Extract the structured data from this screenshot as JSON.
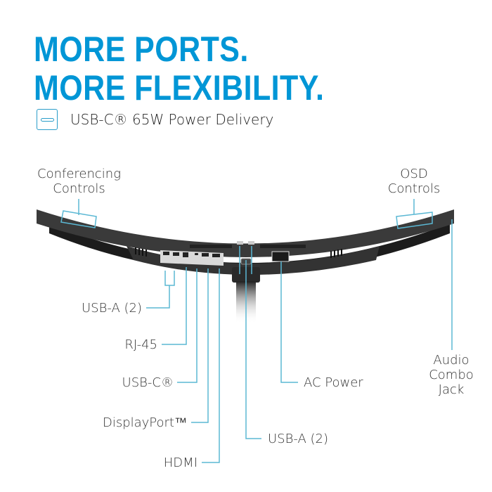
{
  "headline": {
    "line1": "MORE PORTS.",
    "line2": "MORE FLEXIBILITY."
  },
  "feature": {
    "icon": "usb-c-icon",
    "label": "USB-C® 65W Power Delivery"
  },
  "colors": {
    "brand_blue": "#0096d6",
    "callout_line": "#5bb8d4",
    "monitor_body": "#2b2b2b",
    "text": "#333333"
  },
  "callouts": {
    "conferencing_controls": {
      "line1": "Conferencing",
      "line2": "Controls"
    },
    "osd_controls": {
      "line1": "OSD",
      "line2": "Controls"
    },
    "usb_a_left": "USB-A (2)",
    "rj45": "RJ-45",
    "usb_c": "USB-C®",
    "displayport": "DisplayPort™",
    "hdmi": "HDMI",
    "usb_a_center": "USB-A (2)",
    "ac_power": "AC Power",
    "audio_jack": {
      "line1": "Audio",
      "line2": "Combo",
      "line3": "Jack"
    }
  }
}
